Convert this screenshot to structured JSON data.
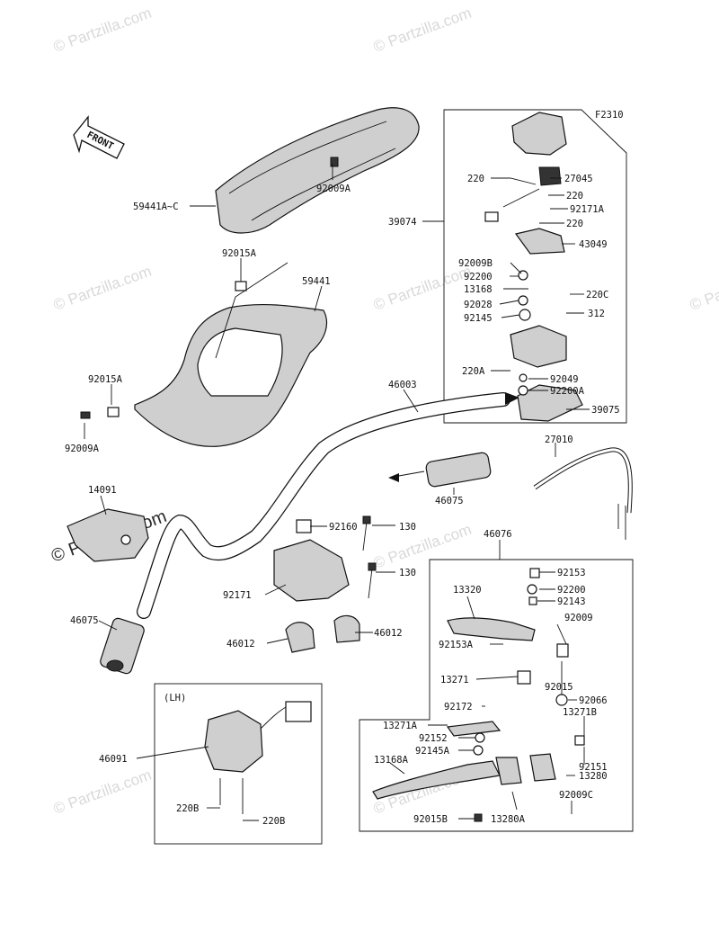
{
  "diagram": {
    "code": "F2310",
    "front_label": "FRONT",
    "lh_label": "(LH)",
    "watermark": "© Partzilla.com"
  },
  "parts": {
    "p59441AC": "59441A~C",
    "p92009A_top": "92009A",
    "p92015A_top": "92015A",
    "p59441": "59441",
    "p92015A_left": "92015A",
    "p92009A_left": "92009A",
    "p46003": "46003",
    "p14091": "14091",
    "p46075_left": "46075",
    "p46075_mid": "46075",
    "p92160": "92160",
    "p130_a": "130",
    "p130_b": "130",
    "p92171": "92171",
    "p46012_a": "46012",
    "p46012_b": "46012",
    "p46091": "46091",
    "p220B_a": "220B",
    "p220B_b": "220B",
    "p220_a": "220",
    "p27045": "27045",
    "p220_b": "220",
    "p92171A": "92171A",
    "p220_c": "220",
    "p39074": "39074",
    "p43049": "43049",
    "p92009B": "92009B",
    "p92200": "92200",
    "p13168": "13168",
    "p92028": "92028",
    "p220C": "220C",
    "p92145": "92145",
    "p312": "312",
    "p220A": "220A",
    "p92049": "92049",
    "p92200A": "92200A",
    "p39075": "39075",
    "p27010": "27010",
    "p46076": "46076",
    "p13320": "13320",
    "p92153": "92153",
    "p92200_r": "92200",
    "p92143": "92143",
    "p92009": "92009",
    "p92153A": "92153A",
    "p13271": "13271",
    "p92015": "92015",
    "p92066": "92066",
    "p92172": "92172",
    "p13271B": "13271B",
    "p13271A": "13271A",
    "p92152": "92152",
    "p92145A": "92145A",
    "p92151": "92151",
    "p13168A": "13168A",
    "p13280": "13280",
    "p92009C": "92009C",
    "p92015B": "92015B",
    "p13280A": "13280A"
  }
}
